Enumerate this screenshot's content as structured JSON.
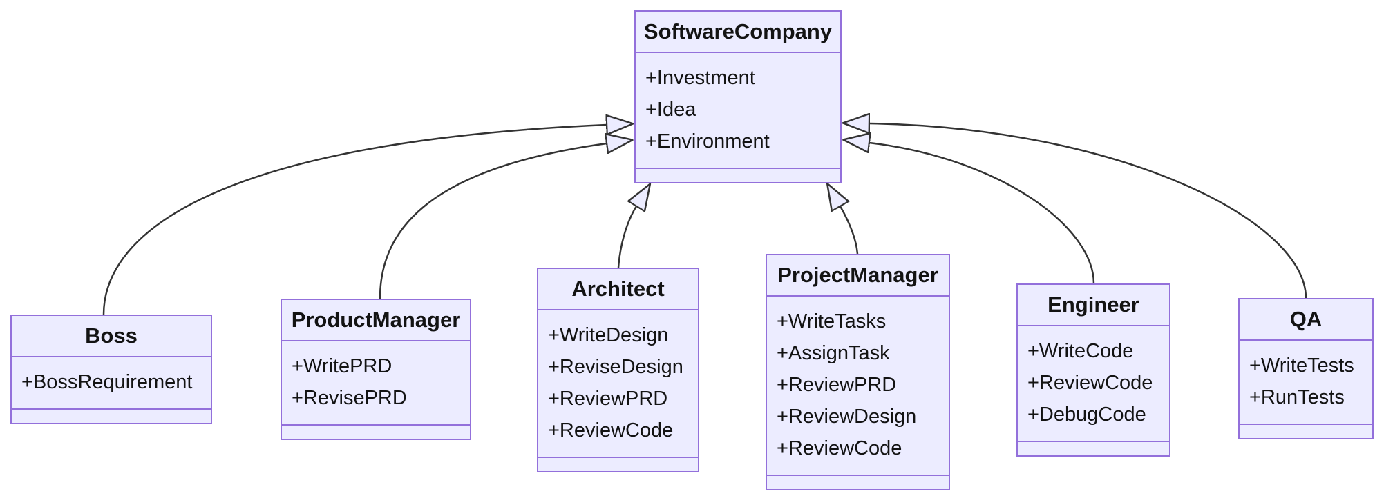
{
  "diagram": {
    "kind": "uml-class-diagram",
    "colors": {
      "background": "#ffffff",
      "box_fill": "#ECECFF",
      "box_border": "#9370DB",
      "edge_line": "#333333",
      "text": "#131313"
    },
    "classes": [
      {
        "name": "SoftwareCompany",
        "attributes": [
          "+Investment",
          "+Idea",
          "+Environment"
        ],
        "methods": []
      },
      {
        "name": "Boss",
        "attributes": [
          "+BossRequirement"
        ],
        "methods": []
      },
      {
        "name": "ProductManager",
        "attributes": [
          "+WritePRD",
          "+RevisePRD"
        ],
        "methods": []
      },
      {
        "name": "Architect",
        "attributes": [
          "+WriteDesign",
          "+ReviseDesign",
          "+ReviewPRD",
          "+ReviewCode"
        ],
        "methods": []
      },
      {
        "name": "ProjectManager",
        "attributes": [
          "+WriteTasks",
          "+AssignTask",
          "+ReviewPRD",
          "+ReviewDesign",
          "+ReviewCode"
        ],
        "methods": []
      },
      {
        "name": "Engineer",
        "attributes": [
          "+WriteCode",
          "+ReviewCode",
          "+DebugCode"
        ],
        "methods": []
      },
      {
        "name": "QA",
        "attributes": [
          "+WriteTests",
          "+RunTests"
        ],
        "methods": []
      }
    ],
    "relations": [
      {
        "from": "Boss",
        "to": "SoftwareCompany",
        "type": "inheritance"
      },
      {
        "from": "ProductManager",
        "to": "SoftwareCompany",
        "type": "inheritance"
      },
      {
        "from": "Architect",
        "to": "SoftwareCompany",
        "type": "inheritance"
      },
      {
        "from": "ProjectManager",
        "to": "SoftwareCompany",
        "type": "inheritance"
      },
      {
        "from": "Engineer",
        "to": "SoftwareCompany",
        "type": "inheritance"
      },
      {
        "from": "QA",
        "to": "SoftwareCompany",
        "type": "inheritance"
      }
    ]
  }
}
